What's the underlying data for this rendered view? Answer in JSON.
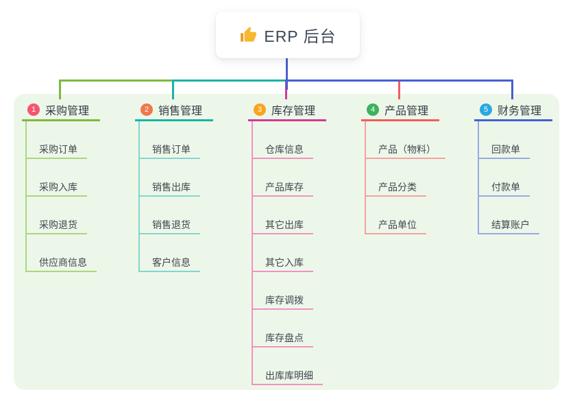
{
  "root": {
    "label": "ERP 后台",
    "icon": "thumbs-up-icon",
    "icon_color": "#f5b82e",
    "icon_accent_color": "#e89c23"
  },
  "canvas": {
    "background": "#ffffff",
    "panel_background": "#edf7e9"
  },
  "connector": {
    "root_stem_color": "#4f5ed0"
  },
  "branches": [
    {
      "number": "1",
      "label": "采购管理",
      "badge_color": "#f4566e",
      "line_color": "#7db93d",
      "child_line_color": "#a9d77f",
      "children": [
        "采购订单",
        "采购入库",
        "采购退货",
        "供应商信息"
      ]
    },
    {
      "number": "2",
      "label": "销售管理",
      "badge_color": "#f0784c",
      "line_color": "#17b3a8",
      "child_line_color": "#82d6cd",
      "children": [
        "销售订单",
        "销售出库",
        "销售退货",
        "客户信息"
      ]
    },
    {
      "number": "3",
      "label": "库存管理",
      "badge_color": "#f8a41d",
      "line_color": "#d23a96",
      "child_line_color": "#ef93c2",
      "children": [
        "仓库信息",
        "产品库存",
        "其它出库",
        "其它入库",
        "库存调拨",
        "库存盘点",
        "出库库明细"
      ]
    },
    {
      "number": "4",
      "label": "产品管理",
      "badge_color": "#3cb15f",
      "line_color": "#f25c5c",
      "child_line_color": "#f7a1a1",
      "children": [
        "产品（物料）",
        "产品分类",
        "产品单位"
      ]
    },
    {
      "number": "5",
      "label": "财务管理",
      "badge_color": "#2aa8e0",
      "line_color": "#4560cf",
      "child_line_color": "#97a9e2",
      "children": [
        "回款单",
        "付款单",
        "结算账户"
      ]
    }
  ]
}
